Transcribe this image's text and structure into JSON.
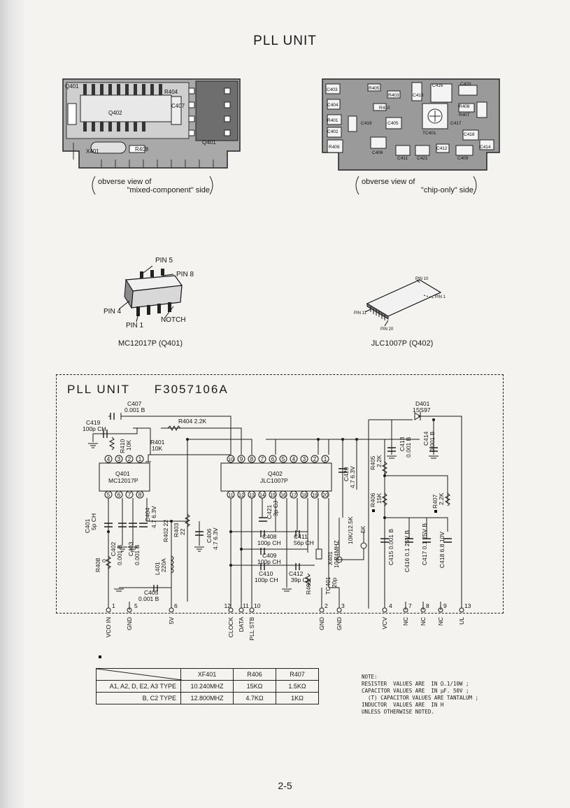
{
  "page": {
    "title": "PLL UNIT",
    "page_number": "2-5"
  },
  "boards": {
    "left_caption_l1": "obverse view of",
    "left_caption_l2": "\"mixed-component\" side",
    "right_caption_l1": "obverse view of",
    "right_caption_l2": "\"chip-only\" side",
    "left_labels": [
      "Q401",
      "R404",
      "Q402",
      "C407",
      "X401",
      "R408",
      "Q401"
    ],
    "right_labels": [
      "C403",
      "R405",
      "R403",
      "C413",
      "C416",
      "C420",
      "C404",
      "R410",
      "R408",
      "R401",
      "C402",
      "C419",
      "C405",
      "TC401",
      "R407",
      "C417",
      "R409",
      "C418",
      "C406",
      "C411",
      "C412",
      "C421",
      "C409",
      "C414"
    ]
  },
  "packages": {
    "q401": {
      "label": "MC12017P (Q401)",
      "pin5": "PIN 5",
      "pin8": "PIN 8",
      "pin4": "PIN 4",
      "pin1": "PIN 1",
      "notch": "NOTCH"
    },
    "q402": {
      "label": "JLC1007P (Q402)",
      "pin10": "PIN 10",
      "pin1": "PIN 1",
      "pin11": "PIN 11",
      "pin20": "PIN 20"
    }
  },
  "schematic": {
    "title": "PLL UNIT",
    "part_no": "F3057106A",
    "components": {
      "c407": "C407",
      "c407v": "0.001 B",
      "c419": "C419",
      "c419v": "100p CH",
      "r404": "R404 2.2K",
      "r410": "R410",
      "r410v": "10K",
      "r401": "R401",
      "r401v": "10K",
      "d401": "D401",
      "d401v": "1SS97",
      "c413": "C413",
      "c413v": "0.001 B",
      "c414": "C414",
      "c414v": "0.001 B",
      "r405": "R405",
      "r405v": "2.2K",
      "q401": "Q401",
      "q401v": "MC12017P",
      "q402": "Q402",
      "q402v": "JLC1007P",
      "c420": "C420",
      "c420v": "4.7 6.3V",
      "r406": "R406",
      "r406v": "15K",
      "r407": "R407",
      "r407v": "2.2K",
      "c401": "C401",
      "c401v": "5p CH",
      "c402": "C402",
      "c402v": "0.001 B",
      "c403": "C403",
      "c403v": "0.001 B",
      "c404": "C404",
      "c404v": "4.7 6.3V",
      "r402": "R402 22",
      "r403": "R403",
      "r403v": "22",
      "c406": "C406",
      "c406v": "4.7 6.3V",
      "c421": "C421",
      "c421v": "3p CJ",
      "c408": "C408",
      "c408v": "100p CH",
      "c411": "C411",
      "c411v": "56p CH",
      "c409": "C409",
      "c409v": "100p CH",
      "c410": "C410",
      "c410v": "100p CH",
      "c412": "C412",
      "c412v": "39p CH",
      "x401": "X401",
      "x401v": "10.24MHZ",
      "tc401": "TC401",
      "tc401v": "20p",
      "r409": "R409",
      "sw": "10K/12.5K",
      "sk": "5K",
      "c415": "C415 0.001 B",
      "c416": "C416 0.1 25V B",
      "c417": "C417 0.1 25V B",
      "c418": "C418 6.8 10V",
      "r408": "R408",
      "r408v": "0",
      "l401": "L401",
      "l401v": "220A",
      "c405": "C405",
      "c405v": "0.001 B"
    },
    "terminals": [
      {
        "num": "1",
        "label": "VCO IN"
      },
      {
        "num": "5",
        "label": "GND"
      },
      {
        "num": "6",
        "label": "5V"
      },
      {
        "num": "12",
        "label": "CLOCK"
      },
      {
        "num": "11",
        "label": "DATA"
      },
      {
        "num": "10",
        "label": "PLL STB"
      },
      {
        "num": "2",
        "label": "GND"
      },
      {
        "num": "3",
        "label": "GND"
      },
      {
        "num": "4",
        "label": "VCV"
      },
      {
        "num": "7",
        "label": "NC"
      },
      {
        "num": "8",
        "label": "NC"
      },
      {
        "num": "9",
        "label": "NC"
      },
      {
        "num": "13",
        "label": "UL"
      }
    ]
  },
  "type_table": {
    "headers": [
      "",
      "XF401",
      "R406",
      "R407"
    ],
    "rows": [
      [
        "A1, A2, D, E2, A3 TYPE",
        "10.240MHZ",
        "15KΩ",
        "1.5KΩ"
      ],
      [
        "B, C2 TYPE",
        "12.800MHZ",
        "4.7KΩ",
        "1KΩ"
      ]
    ]
  },
  "note": {
    "lines": [
      "NOTE:",
      "RESISTER  VALUES ARE  IN Ω.1/10W ;",
      "CAPACITOR VALUES ARE  IN μF. 50V ;",
      "  (T) CAPACITOR VALUES ARE TANTALUM ;",
      "INDUCTOR  VALUES ARE  IN H",
      "UNLESS OTHERWISE NOTED."
    ]
  }
}
